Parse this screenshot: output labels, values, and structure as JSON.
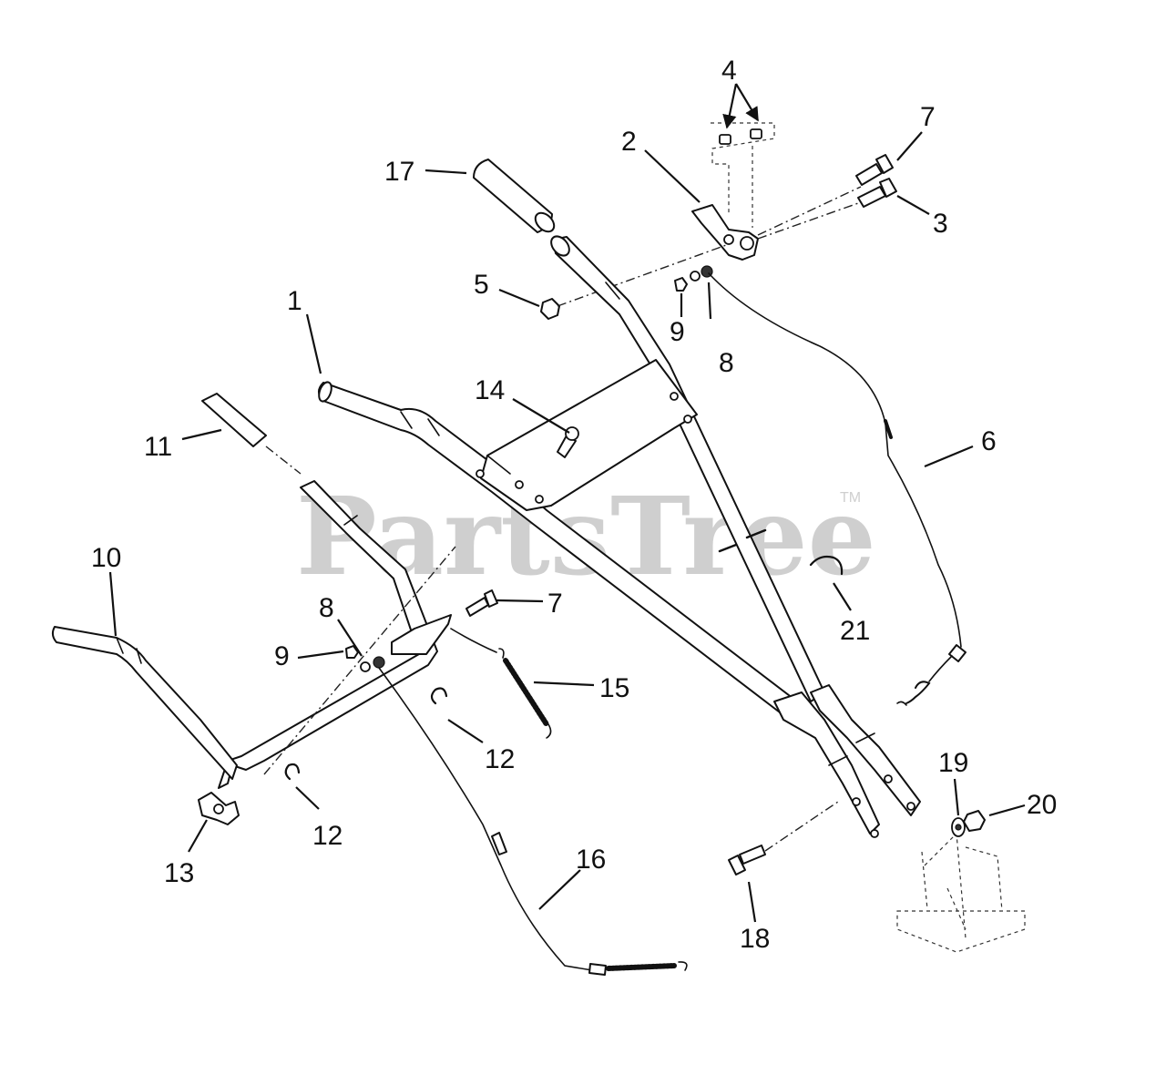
{
  "watermark": {
    "text": "PartsTree",
    "trademark": "TM"
  },
  "callouts": {
    "c1": "1",
    "c2": "2",
    "c3": "3",
    "c4": "4",
    "c5": "5",
    "c6": "6",
    "c7a": "7",
    "c7b": "7",
    "c8a": "8",
    "c8b": "8",
    "c9a": "9",
    "c9b": "9",
    "c10": "10",
    "c11": "11",
    "c12a": "12",
    "c12b": "12",
    "c13": "13",
    "c14": "14",
    "c15": "15",
    "c16": "16",
    "c17": "17",
    "c18": "18",
    "c19": "19",
    "c20": "20",
    "c21": "21"
  }
}
